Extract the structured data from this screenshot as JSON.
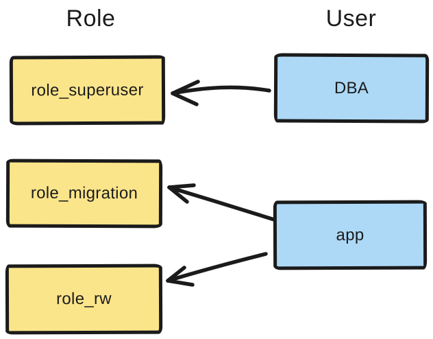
{
  "diagram": {
    "columns": {
      "role": {
        "label": "Role"
      },
      "user": {
        "label": "User"
      }
    },
    "nodes": {
      "role_superuser": {
        "label": "role_superuser",
        "type": "role"
      },
      "role_migration": {
        "label": "role_migration",
        "type": "role"
      },
      "role_rw": {
        "label": "role_rw",
        "type": "role"
      },
      "dba": {
        "label": "DBA",
        "type": "user"
      },
      "app": {
        "label": "app",
        "type": "user"
      }
    },
    "edges": [
      {
        "from": "DBA",
        "to": "role_superuser"
      },
      {
        "from": "app",
        "to": "role_migration"
      },
      {
        "from": "app",
        "to": "role_rw"
      }
    ],
    "colors": {
      "role_fill": "#fbe58a",
      "user_fill": "#add9f7",
      "stroke": "#1b1b1b",
      "background": "#ffffff"
    }
  }
}
